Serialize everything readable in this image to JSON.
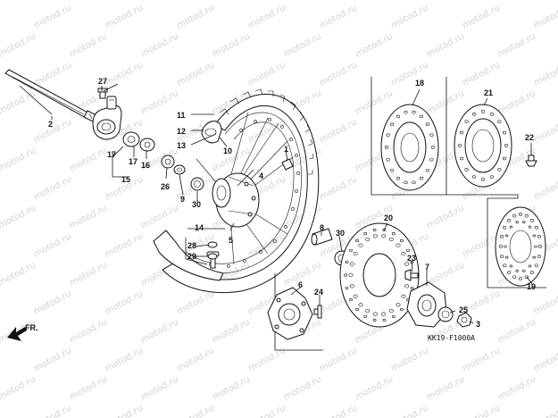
{
  "watermark_text": "motod.ru",
  "diagram_code": "KK19-F1000A",
  "direction_label": "FR.",
  "callouts": {
    "p1": "1",
    "p2": "2",
    "p3": "3",
    "p4": "4",
    "p5": "5",
    "p6": "6",
    "p7": "7",
    "p8": "8",
    "p9": "9",
    "p10": "10",
    "p11": "11",
    "p12": "12",
    "p13": "13",
    "p14": "14",
    "p15": "15",
    "p16": "16",
    "p17a": "17",
    "p17b": "17",
    "p18": "18",
    "p19": "19",
    "p20": "20",
    "p21": "21",
    "p22": "22",
    "p23": "23",
    "p24": "24",
    "p25": "25",
    "p26": "26",
    "p27": "27",
    "p28": "28",
    "p29": "29",
    "p30a": "30",
    "p30b": "30"
  },
  "colors": {
    "line": "#111111",
    "watermark": "#d2d2d2",
    "background": "#ffffff"
  }
}
